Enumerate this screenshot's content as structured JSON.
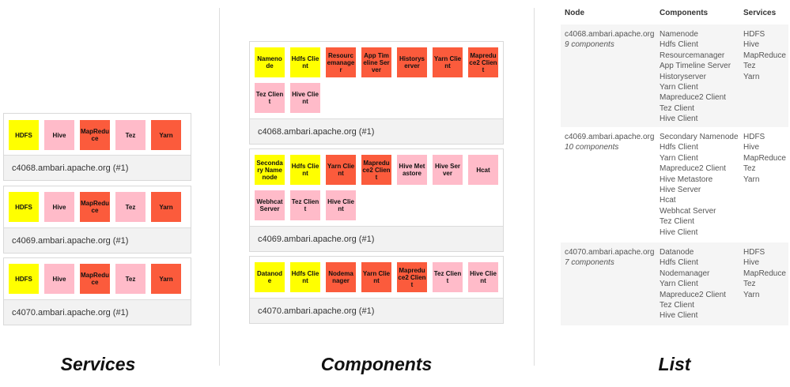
{
  "colors": {
    "yellow": "#ffff00",
    "pink": "#ffbbc9",
    "orange": "#fb5b3c"
  },
  "services_view": {
    "caption": "Services",
    "hosts": [
      {
        "footer": "c4068.ambari.apache.org (#1)",
        "tiles": [
          {
            "label": "HDFS",
            "color": "yellow"
          },
          {
            "label": "Hive",
            "color": "pink"
          },
          {
            "label": "MapReduce",
            "color": "orange"
          },
          {
            "label": "Tez",
            "color": "pink"
          },
          {
            "label": "Yarn",
            "color": "orange"
          }
        ]
      },
      {
        "footer": "c4069.ambari.apache.org (#1)",
        "tiles": [
          {
            "label": "HDFS",
            "color": "yellow"
          },
          {
            "label": "Hive",
            "color": "pink"
          },
          {
            "label": "MapReduce",
            "color": "orange"
          },
          {
            "label": "Tez",
            "color": "pink"
          },
          {
            "label": "Yarn",
            "color": "orange"
          }
        ]
      },
      {
        "footer": "c4070.ambari.apache.org (#1)",
        "tiles": [
          {
            "label": "HDFS",
            "color": "yellow"
          },
          {
            "label": "Hive",
            "color": "pink"
          },
          {
            "label": "MapReduce",
            "color": "orange"
          },
          {
            "label": "Tez",
            "color": "pink"
          },
          {
            "label": "Yarn",
            "color": "orange"
          }
        ]
      }
    ]
  },
  "components_view": {
    "caption": "Components",
    "hosts": [
      {
        "footer": "c4068.ambari.apache.org (#1)",
        "tiles": [
          {
            "label": "Namenode",
            "color": "yellow"
          },
          {
            "label": "Hdfs Client",
            "color": "yellow"
          },
          {
            "label": "Resourcemanager",
            "color": "orange"
          },
          {
            "label": "App Timeline Server",
            "color": "orange"
          },
          {
            "label": "Historyserver",
            "color": "orange"
          },
          {
            "label": "Yarn Client",
            "color": "orange"
          },
          {
            "label": "Mapreduce2 Client",
            "color": "orange"
          },
          {
            "label": "Tez Client",
            "color": "pink"
          },
          {
            "label": "Hive Client",
            "color": "pink"
          }
        ]
      },
      {
        "footer": "c4069.ambari.apache.org (#1)",
        "tiles": [
          {
            "label": "Secondary Namenode",
            "color": "yellow"
          },
          {
            "label": "Hdfs Client",
            "color": "yellow"
          },
          {
            "label": "Yarn Client",
            "color": "orange"
          },
          {
            "label": "Mapreduce2 Client",
            "color": "orange"
          },
          {
            "label": "Hive Metastore",
            "color": "pink"
          },
          {
            "label": "Hive Server",
            "color": "pink"
          },
          {
            "label": "Hcat",
            "color": "pink"
          },
          {
            "label": "Webhcat Server",
            "color": "pink"
          },
          {
            "label": "Tez Client",
            "color": "pink"
          },
          {
            "label": "Hive Client",
            "color": "pink"
          }
        ]
      },
      {
        "footer": "c4070.ambari.apache.org (#1)",
        "tiles": [
          {
            "label": "Datanode",
            "color": "yellow"
          },
          {
            "label": "Hdfs Client",
            "color": "yellow"
          },
          {
            "label": "Nodemanager",
            "color": "orange"
          },
          {
            "label": "Yarn Client",
            "color": "orange"
          },
          {
            "label": "Mapreduce2 Client",
            "color": "orange"
          },
          {
            "label": "Tez Client",
            "color": "pink"
          },
          {
            "label": "Hive Client",
            "color": "pink"
          }
        ]
      }
    ]
  },
  "list_view": {
    "caption": "List",
    "headers": {
      "node": "Node",
      "components": "Components",
      "services": "Services"
    },
    "rows": [
      {
        "node": "c4068.ambari.apache.org",
        "count": "9 components",
        "components": [
          "Namenode",
          "Hdfs Client",
          "Resourcemanager",
          "App Timeline Server",
          "Historyserver",
          "Yarn Client",
          "Mapreduce2 Client",
          "Tez Client",
          "Hive Client"
        ],
        "services": [
          "HDFS",
          "Hive",
          "MapReduce",
          "Tez",
          "Yarn"
        ]
      },
      {
        "node": "c4069.ambari.apache.org",
        "count": "10 components",
        "components": [
          "Secondary Namenode",
          "Hdfs Client",
          "Yarn Client",
          "Mapreduce2 Client",
          "Hive Metastore",
          "Hive Server",
          "Hcat",
          "Webhcat Server",
          "Tez Client",
          "Hive Client"
        ],
        "services": [
          "HDFS",
          "Hive",
          "MapReduce",
          "Tez",
          "Yarn"
        ]
      },
      {
        "node": "c4070.ambari.apache.org",
        "count": "7 components",
        "components": [
          "Datanode",
          "Hdfs Client",
          "Nodemanager",
          "Yarn Client",
          "Mapreduce2 Client",
          "Tez Client",
          "Hive Client"
        ],
        "services": [
          "HDFS",
          "Hive",
          "MapReduce",
          "Tez",
          "Yarn"
        ]
      }
    ]
  }
}
